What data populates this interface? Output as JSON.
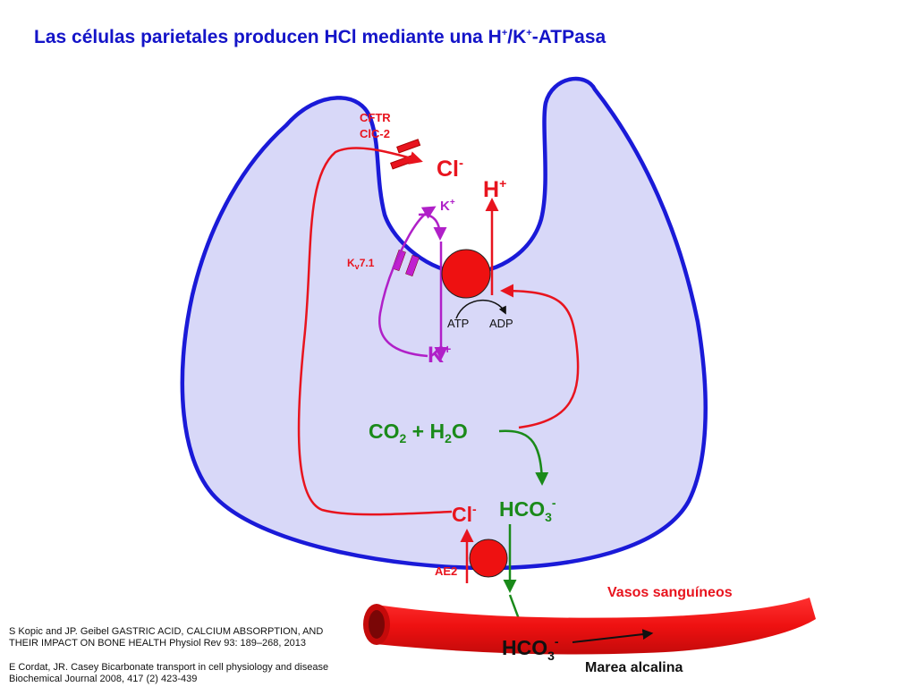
{
  "title": {
    "main": "Las células parietales producen HCl mediante una H",
    "plus1": "+",
    "slash": "/K",
    "plus2": "+",
    "end": "-ATPasa"
  },
  "labels": {
    "cftr": "CFTR",
    "cic2": "ClC-2",
    "cl_top": "Cl",
    "cl_top_sup": "-",
    "h_plus": "H",
    "h_plus_sup": "+",
    "k_top": "K",
    "k_top_sup": "+",
    "kv_k": "K",
    "kv_sub": "v",
    "kv_rest": "7.1",
    "atp": "ATP",
    "adp": "ADP",
    "k_bottom": "K",
    "k_bottom_sup": "+",
    "co2": "CO",
    "co2_sub": "2",
    "plus_h": " + H",
    "h2o_sub": "2",
    "o": "O",
    "cl_bottom": "Cl",
    "cl_bottom_sup": "-",
    "hco3_a": "HCO",
    "hco3_a_sub": "3",
    "hco3_a_sup": "-",
    "ae2": "AE2",
    "vasos": "Vasos sanguíneos",
    "hco3_b": "HCO",
    "hco3_b_sub": "3",
    "hco3_b_sup": "-",
    "marea": "Marea alcalina"
  },
  "references": {
    "ref1_line1": "S Kopic and JP. Geibel GASTRIC ACID, CALCIUM ABSORPTION, AND",
    "ref1_line2": "THEIR IMPACT ON BONE HEALTH Physiol Rev 93: 189–268, 2013",
    "ref2_line1": "E Cordat, JR. Casey Bicarbonate transport in cell physiology and disease",
    "ref2_line2": "Biochemical Journal 2008, 417 (2) 423-439"
  },
  "colors": {
    "title": "#1414c8",
    "cell_fill": "#d8d8f8",
    "cell_stroke": "#1a1ad8",
    "red": "#e8141e",
    "green": "#1a8a1a",
    "magenta": "#b020c8",
    "vessel": "#ee1111"
  }
}
